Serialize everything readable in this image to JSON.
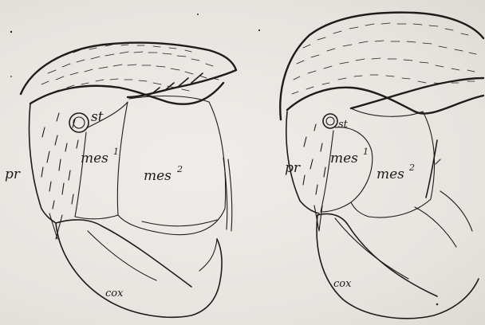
{
  "left_figure": {
    "labels": {
      "st": "st",
      "pr": "pr",
      "mes1_base": "mes",
      "mes1_sup": "1",
      "mes2_base": "mes",
      "mes2_sup": "2",
      "cox": "cox"
    }
  },
  "right_figure": {
    "labels": {
      "st": "st",
      "pr": "pr",
      "mes1_base": "mes",
      "mes1_sup": "1",
      "mes2_base": "mes",
      "mes2_sup": "2",
      "cox": "cox"
    }
  }
}
